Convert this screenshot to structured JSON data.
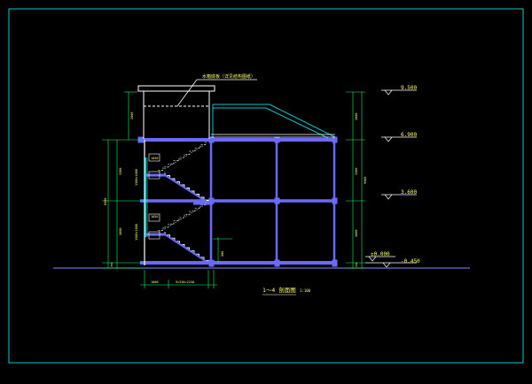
{
  "drawing": {
    "title": "1～4 剖面图",
    "scale": "1:100",
    "roof_note": "水箱底板（详见结构图纸）",
    "elevations": [
      "9.500",
      "6.900",
      "3.600",
      "±0.000",
      "-0.450"
    ],
    "dims_right": [
      "2600",
      "3300",
      "9900",
      "3600",
      "450"
    ],
    "dims_left": [
      "2800",
      "3300",
      "6900",
      "3600",
      "450"
    ],
    "dims_bottom": [
      "1000",
      "9×250=2250"
    ],
    "dims_stair": [
      "1050",
      "1050",
      "1500×1000",
      "900"
    ],
    "colors": {
      "background": "#000000",
      "frame": "#00ffff",
      "structure": "#6a6aff",
      "lines": "#ffffff",
      "dimension": "#00ff66",
      "text": "#ffff66",
      "roof": "#00c8c8"
    }
  }
}
